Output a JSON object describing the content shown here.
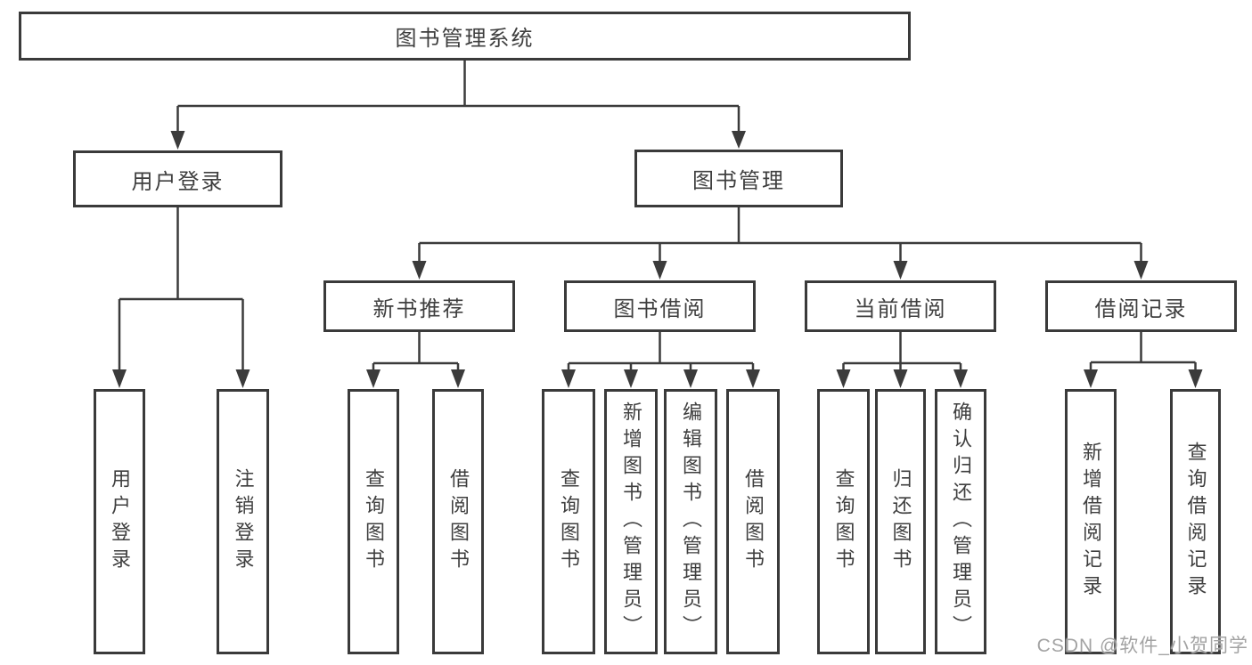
{
  "diagram_title": "图书管理系统",
  "tree": {
    "label": "图书管理系统",
    "children": [
      {
        "label": "用户登录",
        "children": [
          {
            "label": "用户登录"
          },
          {
            "label": "注销登录"
          }
        ]
      },
      {
        "label": "图书管理",
        "children": [
          {
            "label": "新书推荐",
            "children": [
              {
                "label": "查询图书"
              },
              {
                "label": "借阅图书"
              }
            ]
          },
          {
            "label": "图书借阅",
            "children": [
              {
                "label": "查询图书"
              },
              {
                "label": "新增图书（管理员）"
              },
              {
                "label": "编辑图书（管理员）"
              },
              {
                "label": "借阅图书"
              }
            ]
          },
          {
            "label": "当前借阅",
            "children": [
              {
                "label": "查询图书"
              },
              {
                "label": "归还图书"
              },
              {
                "label": "确认归还（管理员）"
              }
            ]
          },
          {
            "label": "借阅记录",
            "children": [
              {
                "label": "新增借阅记录"
              },
              {
                "label": "查询借阅记录"
              }
            ]
          }
        ]
      }
    ]
  },
  "watermark": {
    "text": "CSDN @软件_小贺同学"
  },
  "colors": {
    "line": "#3b3b3b",
    "border": "#3a3a3a",
    "text": "#3f3f3f",
    "background": "#ffffff",
    "watermark": "#a3a3a3"
  }
}
